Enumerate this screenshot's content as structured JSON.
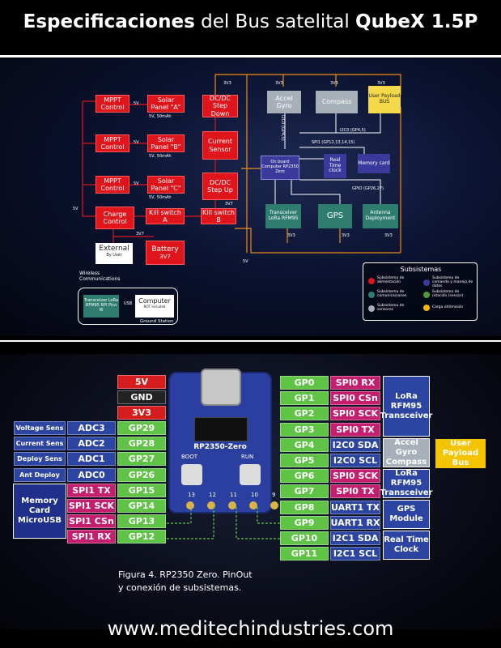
{
  "title": {
    "bold1": "Especificaciones",
    "mid": "del Bus satelital",
    "bold2": "QubeX 1.5P"
  },
  "block": {
    "mppt": "MPPT Control",
    "panels": [
      "Solar Panel \"A\"",
      "Solar Panel \"B\"",
      "Solar Panel \"C\""
    ],
    "panel_spec": "5V, 50mAh",
    "dcdc_down": "DC/DC Step Down",
    "current_sensor": "Current Sensor",
    "dcdc_up": "DC/DC Step Up",
    "charge_control": "Charge Control",
    "kill_a": "Kill switch A",
    "kill_b": "Kill switch B",
    "external": "External",
    "external_sub": "By User",
    "battery": "Battery",
    "battery_sub": "3V7",
    "accel": "Accel Gyro",
    "compass": "Compass",
    "payload": "User Payload BUS",
    "computer": "On board Computer RP2350 Zero",
    "rtc": "Real Time clock",
    "memory": "Memory card",
    "lora": "Transceiver LoRa RFM95",
    "gps": "GPS",
    "antenna": "Antenna Deployment",
    "v5": "5V",
    "v3v3": "3V3",
    "v3v7": "3V7",
    "i2c0_left": "I2C0 (GP4,5)",
    "i2c0_right": "I2C0 (GP4,5)",
    "spi1": "SPI1 (GP12,13,14,15)",
    "gpio": "GPIO (GP26,27)"
  },
  "ground": {
    "wireless": "Wireless Communications",
    "transceiver": "Transceiver LoRa RFM95 RPI Pico W",
    "usb": "USB",
    "computer": "Computer",
    "computer_sub": "NOT Included",
    "station": "Ground Station"
  },
  "legend": {
    "title": "Subsistemas",
    "items": [
      {
        "text": "Subsistema de alimentación",
        "color": "#e0151c"
      },
      {
        "text": "Subsistema de comando y manejo de datos",
        "color": "#3a3a9c"
      },
      {
        "text": "Subsistema de comunicaciones",
        "color": "#2f7d6e"
      },
      {
        "text": "Subsistema de rotación (sensor)",
        "color": "#4f9a3a"
      },
      {
        "text": "Subsistema de sensores",
        "color": "#a7b0b8"
      },
      {
        "text": "Carga útil/misión",
        "color": "#f5b400"
      }
    ]
  },
  "pinout": {
    "top": [
      "5V",
      "GND",
      "3V3"
    ],
    "left": [
      {
        "gp": "GP29",
        "fn": "ADC3",
        "tag": "Voltage Sens"
      },
      {
        "gp": "GP28",
        "fn": "ADC2",
        "tag": "Current Sens"
      },
      {
        "gp": "GP27",
        "fn": "ADC1",
        "tag": "Deploy Sens"
      },
      {
        "gp": "GP26",
        "fn": "ADC0",
        "tag": "Ant Deploy"
      },
      {
        "gp": "GP15",
        "fn": "SPI1 TX",
        "tag": ""
      },
      {
        "gp": "GP14",
        "fn": "SPI1 SCK",
        "tag": ""
      },
      {
        "gp": "GP13",
        "fn": "SPI1 CSn",
        "tag": ""
      },
      {
        "gp": "GP12",
        "fn": "SPI1 RX",
        "tag": ""
      }
    ],
    "right": [
      {
        "gp": "GP0",
        "fn": "SPI0 RX"
      },
      {
        "gp": "GP1",
        "fn": "SPI0 CSn"
      },
      {
        "gp": "GP2",
        "fn": "SPI0 SCK"
      },
      {
        "gp": "GP3",
        "fn": "SPI0 TX"
      },
      {
        "gp": "GP4",
        "fn": "I2C0 SDA"
      },
      {
        "gp": "GP5",
        "fn": "I2C0 SCL"
      },
      {
        "gp": "GP6",
        "fn": "SPI0 SCK"
      },
      {
        "gp": "GP7",
        "fn": "SPI0 TX"
      },
      {
        "gp": "GP8",
        "fn": "UART1 TX"
      },
      {
        "gp": "GP9",
        "fn": "UART1 RX"
      },
      {
        "gp": "GP10",
        "fn": "I2C1 SDA"
      },
      {
        "gp": "GP11",
        "fn": "I2C1 SCL"
      }
    ],
    "memory_tag": "Memory Card MicroUSB",
    "right_tags": [
      "LoRa RFM95 Transceiver",
      "Accel Gyro Compass",
      "LoRa RFM95 Transceiver",
      "GPS Module",
      "Real Time Clock"
    ],
    "payload_tag": "User Payload Bus",
    "board_name": "RP2350-Zero",
    "boot": "BOOT",
    "run": "RUN",
    "pad_numbers": [
      "13",
      "12",
      "11",
      "10",
      "9"
    ]
  },
  "caption": "Figura 4. RP2350 Zero. PinOut y conexión de subsistemas.",
  "url": "www.meditechindustries.com"
}
